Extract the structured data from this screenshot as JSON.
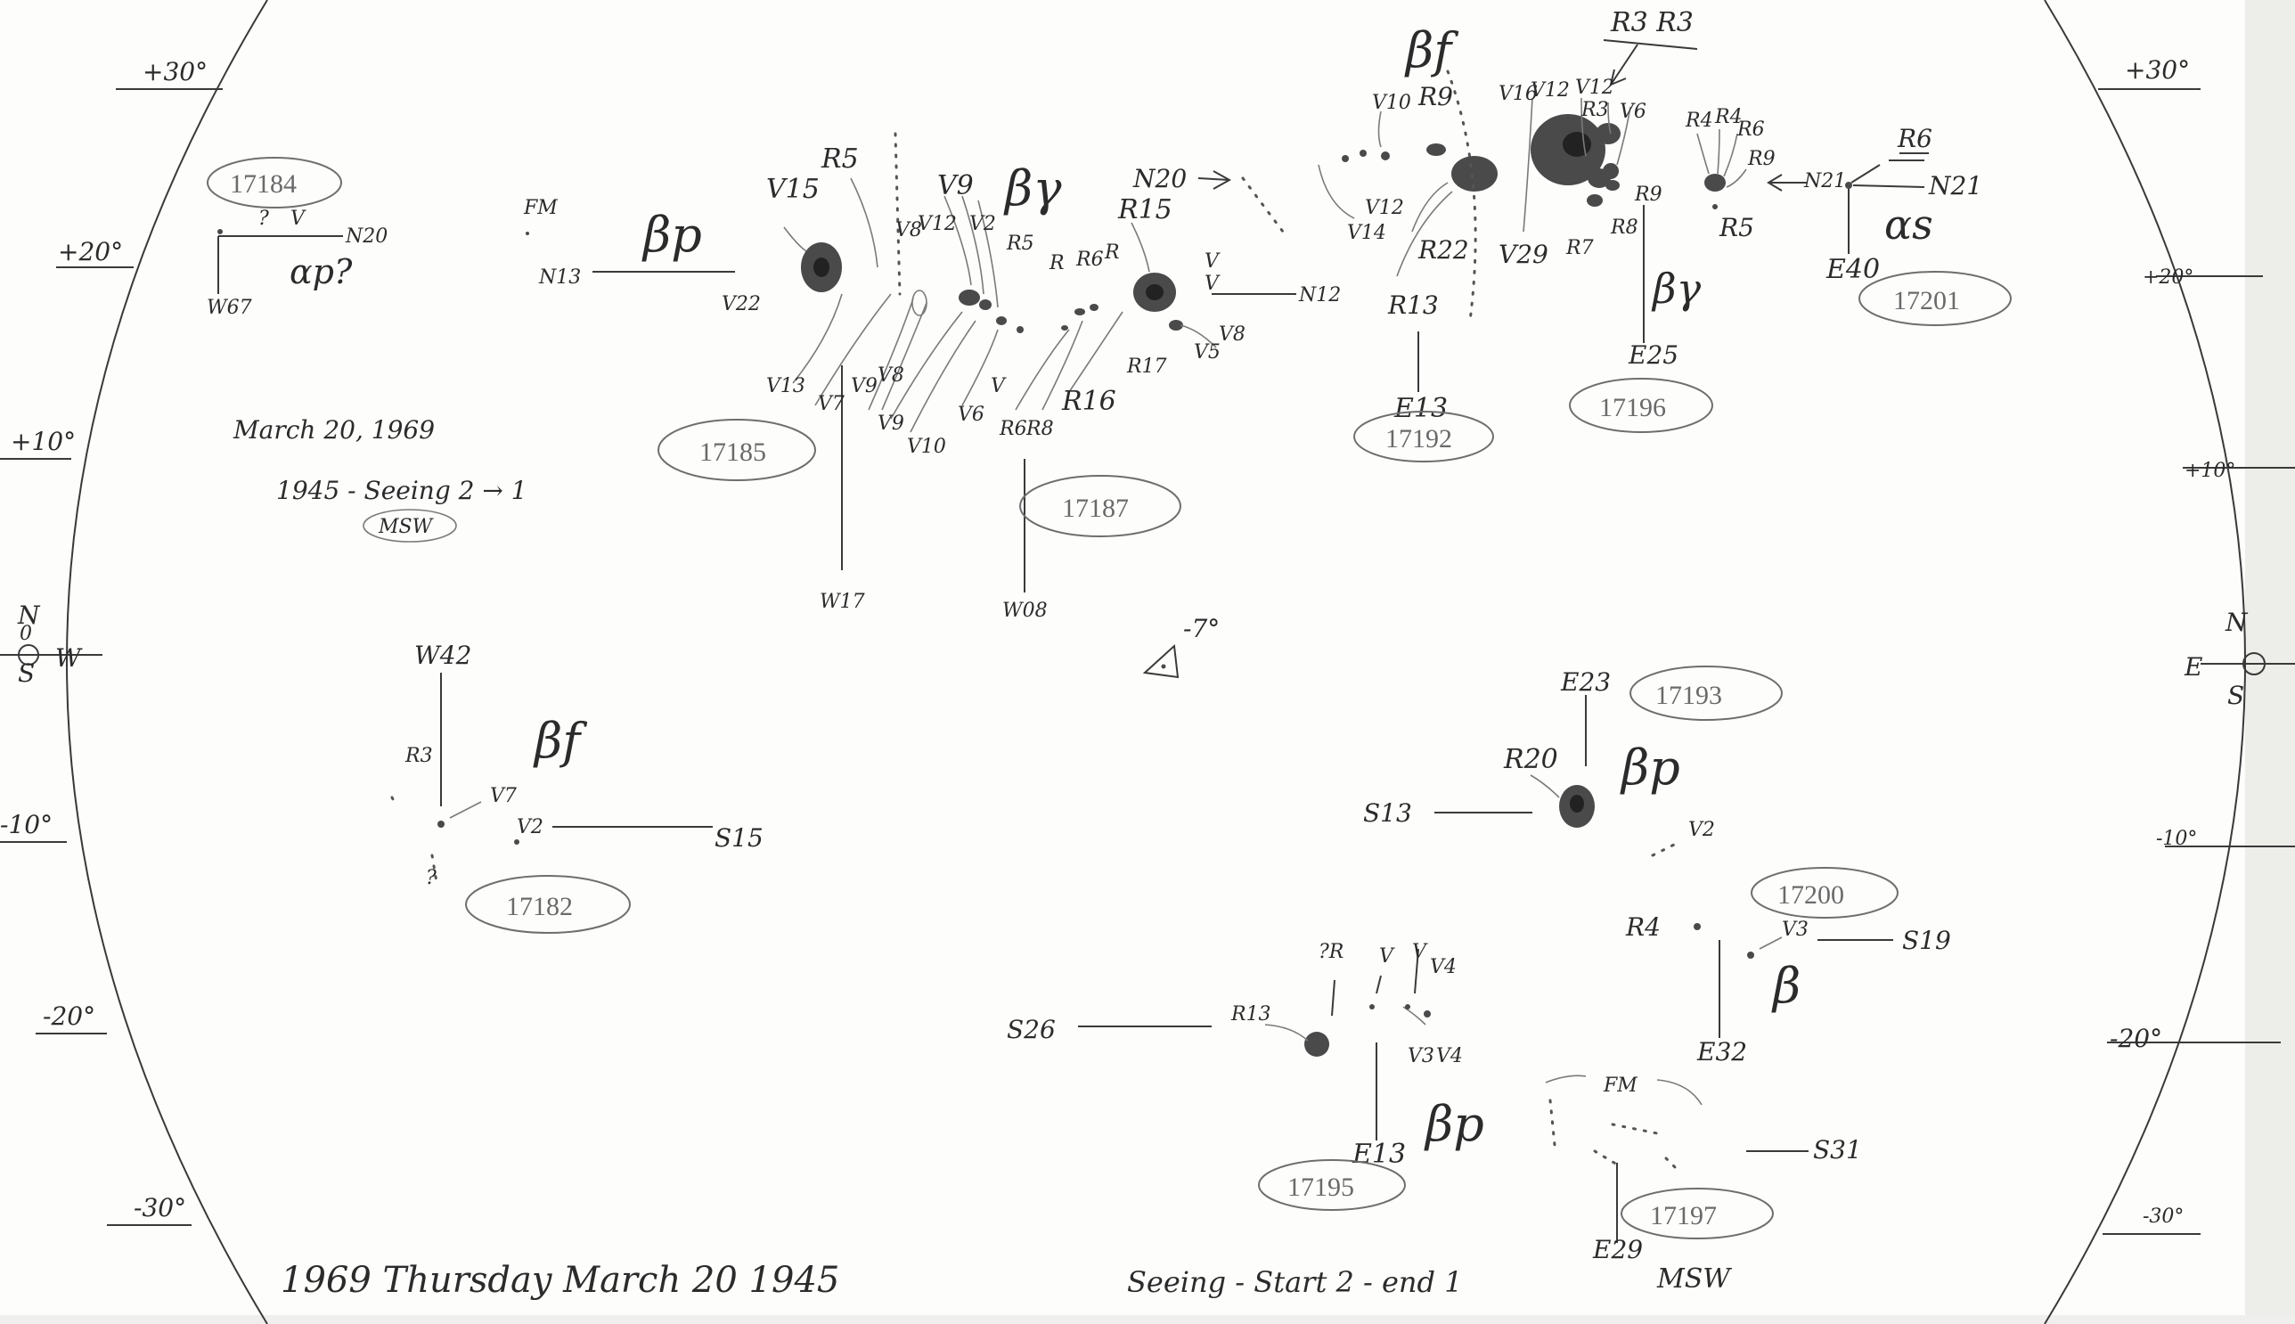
{
  "latitude_scale": {
    "left": [
      "+30°",
      "+20°",
      "+10°",
      "-10°",
      "-20°",
      "-30°"
    ],
    "right": [
      "+30°",
      "+20°",
      "+10°",
      "-10°",
      "-20°",
      "-30°"
    ]
  },
  "orientation": {
    "left": {
      "n": "N",
      "s": "S",
      "e": "0",
      "w": "W"
    },
    "right": {
      "n": "N",
      "s": "S",
      "e": "E"
    }
  },
  "notes": {
    "date_note": "March 20, 1969",
    "seeing_note": "1945 - Seeing 2 → 1",
    "observer_initials": "MSW",
    "footer_date": "1969 Thursday March 20 1945",
    "footer_seeing": "Seeing - Start 2 - end 1",
    "footer_initials": "MSW",
    "fm_top": "FM",
    "fm_bottom": "FM",
    "triangle_note": "-7°"
  },
  "regions": [
    {
      "id": "17184",
      "class": "αp?",
      "lat": "N20",
      "lon": "W67",
      "labels": [
        "?",
        "V"
      ]
    },
    {
      "id": "17185",
      "class": "βp",
      "lat": "N13",
      "lon": "W17",
      "labels": [
        "V15",
        "R5",
        "V22",
        "V13",
        "V7",
        "V9",
        "V8"
      ]
    },
    {
      "id": "17187",
      "class": "βγ",
      "lat": "N12",
      "lon": "W08",
      "labels": [
        "V9",
        "V8",
        "V12",
        "V2",
        "R5",
        "R",
        "R6",
        "R",
        "V9",
        "V10",
        "V6",
        "V",
        "R6",
        "R8",
        "R16",
        "R15",
        "R17",
        "V",
        "V",
        "V8",
        "V5"
      ]
    },
    {
      "id": "17192",
      "class": "βf",
      "lat": "N20",
      "lon": "E13",
      "labels": [
        "V10",
        "R9",
        "V12",
        "V14",
        "R22",
        "R13"
      ]
    },
    {
      "id": "17196",
      "class": "βγ",
      "lat": "N21",
      "lon": "E25",
      "labels": [
        "R3 R3",
        "V16",
        "V12",
        "V12",
        "R3",
        "V6",
        "V29",
        "R7",
        "R8",
        "R9"
      ]
    },
    {
      "id": "17201",
      "class": "αs",
      "lat": "N21",
      "lon": "E40",
      "labels": [
        "R4",
        "R4",
        "R6",
        "R9",
        "R5",
        "R6"
      ]
    },
    {
      "id": "17182",
      "class": "βf",
      "lat": "S15",
      "lon": "W42",
      "labels": [
        "R3",
        "V7",
        "V2",
        "?"
      ]
    },
    {
      "id": "17193",
      "class": "βp",
      "lat": "S13",
      "lon": "E23",
      "labels": [
        "R20"
      ]
    },
    {
      "id": "17200",
      "class": "β",
      "lat": "S19",
      "lon": "E32",
      "labels": [
        "V2",
        "R4",
        "V3"
      ]
    },
    {
      "id": "17195",
      "class": "βp",
      "lat": "S26",
      "lon": "E13",
      "labels": [
        "?R",
        "V",
        "V",
        "V4",
        "R13",
        "V3",
        "V4"
      ]
    },
    {
      "id": "17197",
      "class": "",
      "lat": "S31",
      "lon": "E29",
      "labels": []
    }
  ]
}
